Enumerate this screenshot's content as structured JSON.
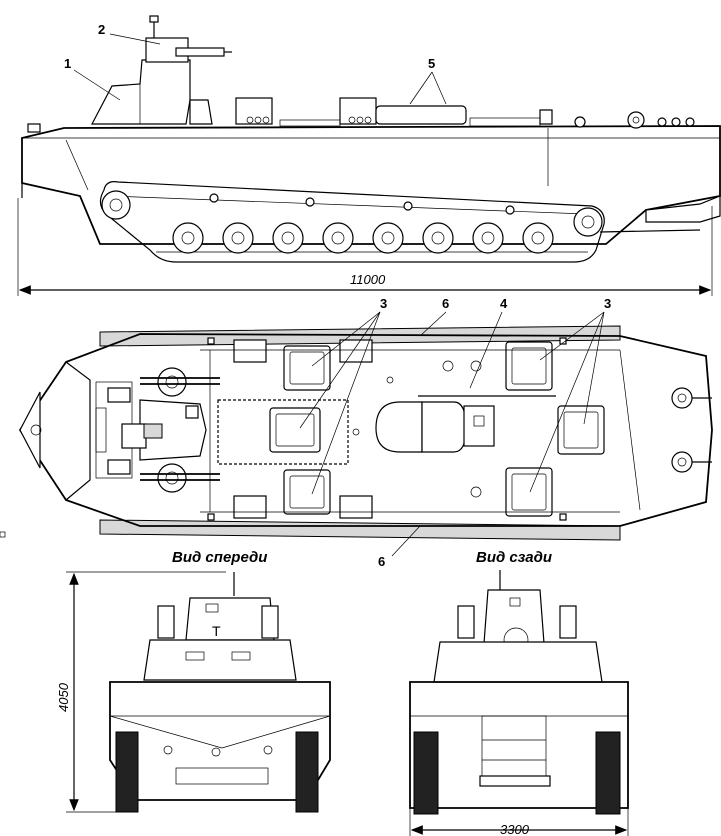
{
  "callouts": {
    "c1": "1",
    "c2": "2",
    "c5": "5",
    "c3a": "3",
    "c6a": "6",
    "c4": "4",
    "c3b": "3",
    "c6b": "6"
  },
  "dimensions": {
    "length": "11000",
    "height": "4050",
    "width": "3300"
  },
  "view_titles": {
    "front": "Вид спереди",
    "rear": "Вид сзади"
  }
}
